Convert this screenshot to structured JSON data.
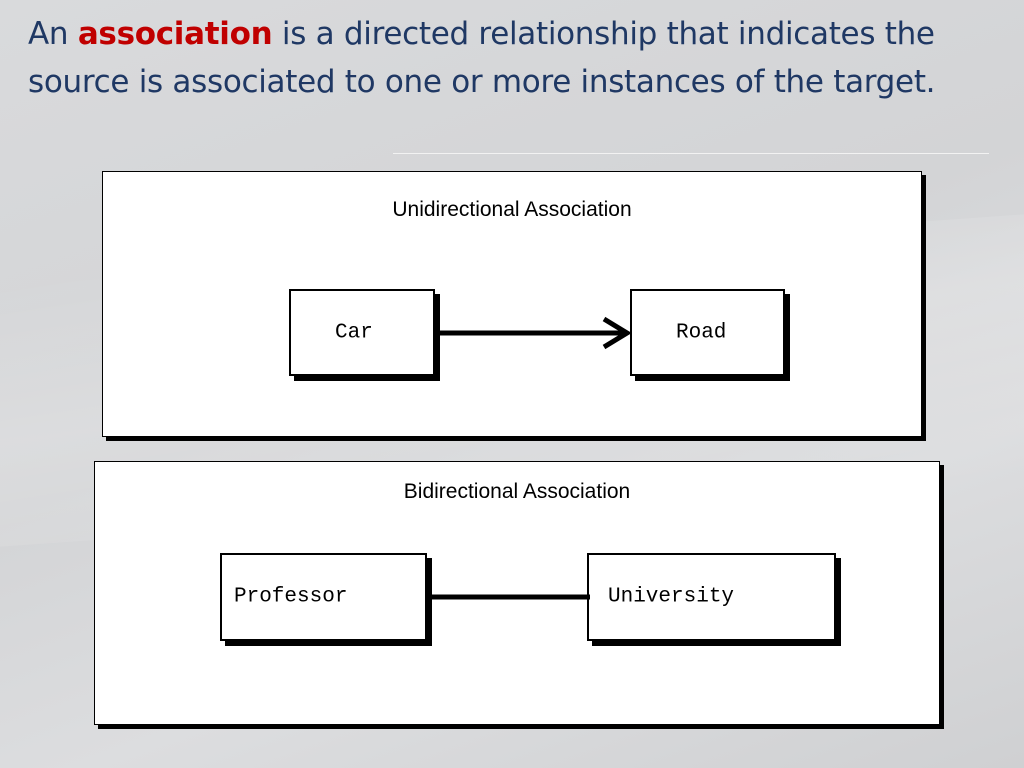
{
  "slide": {
    "title_prefix": "An ",
    "title_keyword": "association",
    "title_line1_rest": " is a directed relationship that indicates the",
    "title_line2": "source is associated to one or more instances of the target.",
    "keyword_color": "#c00000",
    "title_color": "#1f3864"
  },
  "diagram": {
    "unidirectional": {
      "title": "Unidirectional Association",
      "source": "Car",
      "target": "Road",
      "arrow": "navigable-arrow"
    },
    "bidirectional": {
      "title": "Bidirectional Association",
      "source": "Professor",
      "target": "University",
      "line": "plain-line"
    }
  }
}
